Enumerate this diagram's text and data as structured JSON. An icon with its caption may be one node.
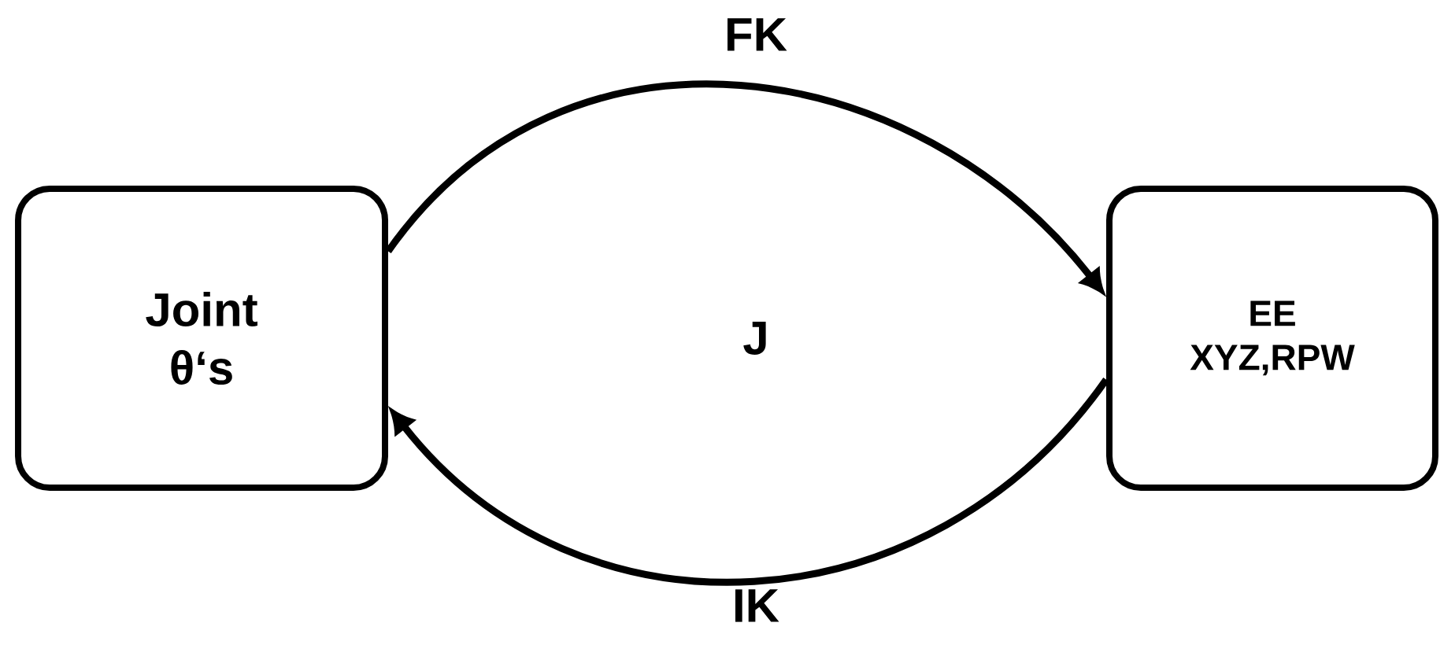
{
  "diagram": {
    "nodes": [
      {
        "text": [
          "Joint θ‘s"
        ]
      },
      {
        "text": [
          "EE XYZ,RPW"
        ]
      }
    ],
    "edges": [
      {
        "from": 0,
        "to": 1,
        "arrow": "to",
        "label": "FK"
      },
      {
        "from": 1,
        "to": 0,
        "arrow": "to",
        "label": "IK"
      }
    ],
    "labels": [
      "J"
    ]
  }
}
